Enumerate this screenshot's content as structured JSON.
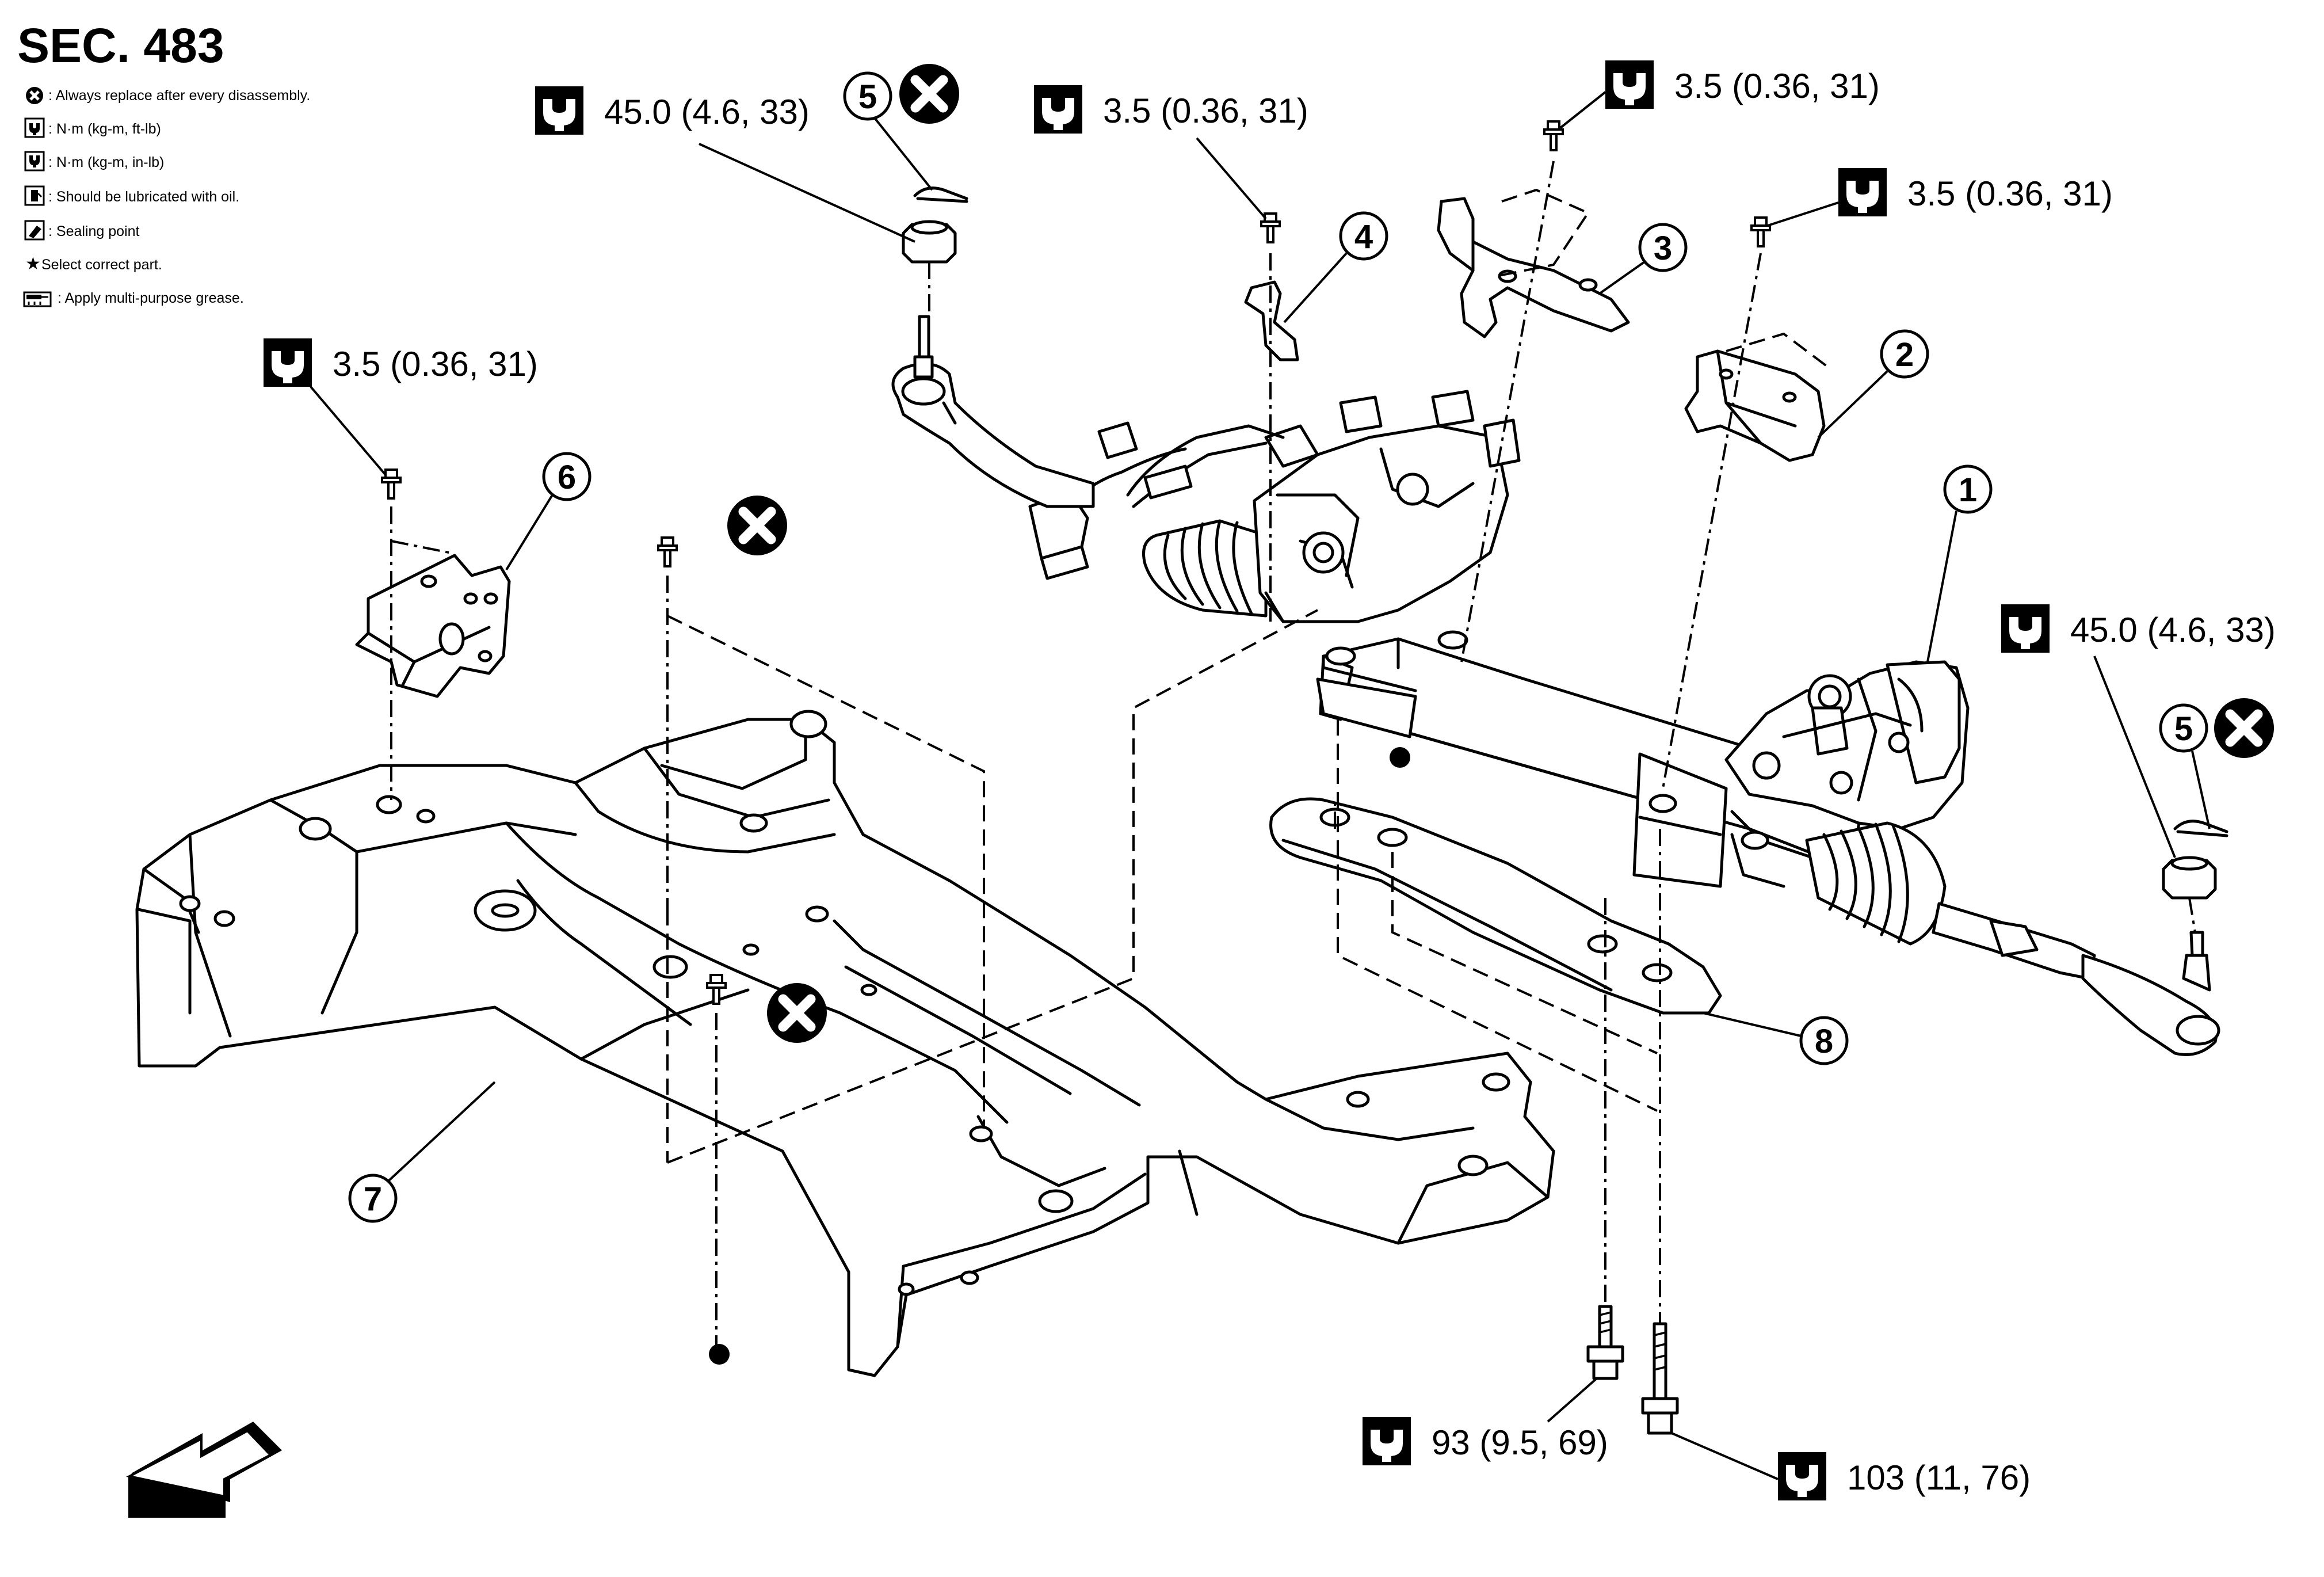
{
  "section_title": "SEC. 483",
  "legend": [
    {
      "icon": "always-replace-icon",
      "text": ": Always replace after every disassembly."
    },
    {
      "icon": "torque-nm-kgm-ftlb-icon",
      "text": ": N·m (kg-m, ft-lb)"
    },
    {
      "icon": "torque-nm-kgm-inlb-icon",
      "text": ": N·m (kg-m, in-lb)"
    },
    {
      "icon": "lubricate-oil-icon",
      "text": ": Should be lubricated with oil."
    },
    {
      "icon": "sealing-point-icon",
      "text": ": Sealing point"
    },
    {
      "icon": "star-icon",
      "symbol": "★",
      "text": " Select correct part."
    },
    {
      "icon": "grease-icon",
      "text": ": Apply multi-purpose grease."
    }
  ],
  "torque_specs": {
    "outer_tie_rod_nut_left": "45.0 (4.6, 33)",
    "bracket_bolt_4": "3.5 (0.36, 31)",
    "bracket_bolt_3": "3.5 (0.36, 31)",
    "bracket_bolt_2": "3.5 (0.36, 31)",
    "bracket_bolt_6": "3.5 (0.36, 31)",
    "outer_tie_rod_nut_right": "45.0 (4.6, 33)",
    "rack_mount_bolt_front": "93 (9.5, 69)",
    "rack_mount_bolt_rear": "103 (11, 76)"
  },
  "callouts": {
    "c1": "1",
    "c2": "2",
    "c3": "3",
    "c4": "4",
    "c5_left": "5",
    "c5_right": "5",
    "c6": "6",
    "c7": "7",
    "c8": "8"
  },
  "icons": {
    "torque": "torque-wrench-icon",
    "replace": "always-replace-icon",
    "sealant": "sealant-dot-icon",
    "front_arrow": "front-direction-arrow-icon"
  }
}
